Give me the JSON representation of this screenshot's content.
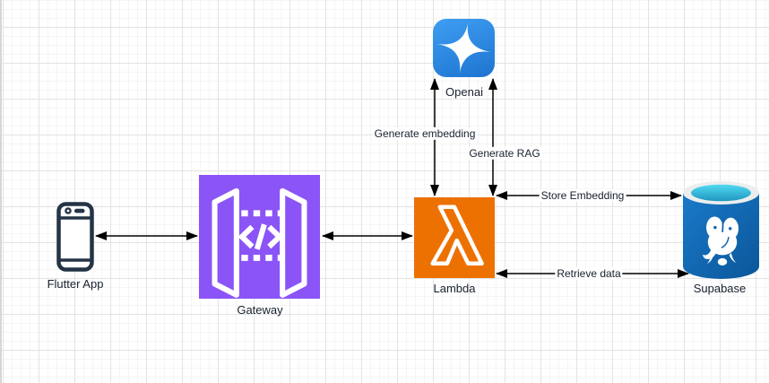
{
  "canvas": {
    "background": "#ffffff",
    "grid_minor_color": "#f5f5f5",
    "grid_major_color": "#e3e3e3",
    "edge_color": "#000000",
    "label_color": "#17212e"
  },
  "nodes": [
    {
      "label": "Flutter App",
      "icon": "smartphone-icon",
      "color": "#243445"
    },
    {
      "label": "Gateway",
      "icon": "api-gateway-icon",
      "color": "#8b54f7"
    },
    {
      "label": "Lambda",
      "icon": "aws-lambda-icon",
      "color": "#ed7100"
    },
    {
      "label": "Openai",
      "icon": "openai-sparkle-icon",
      "color": "#2d87dd"
    },
    {
      "label": "Supabase",
      "icon": "postgresql-database-icon",
      "color": "#0f63ad"
    }
  ],
  "edges": [
    {
      "from": "Flutter App",
      "to": "Gateway",
      "label": "",
      "arrows": "both"
    },
    {
      "from": "Gateway",
      "to": "Lambda",
      "label": "",
      "arrows": "both"
    },
    {
      "from": "Lambda",
      "to": "Openai",
      "label": "Generate embedding",
      "arrows": "both"
    },
    {
      "from": "Openai",
      "to": "Lambda",
      "label": "Generate RAG",
      "arrows": "both"
    },
    {
      "from": "Lambda",
      "to": "Supabase",
      "label": "Store Embedding",
      "arrows": "both"
    },
    {
      "from": "Supabase",
      "to": "Lambda",
      "label": "Retrieve data",
      "arrows": "both"
    }
  ]
}
